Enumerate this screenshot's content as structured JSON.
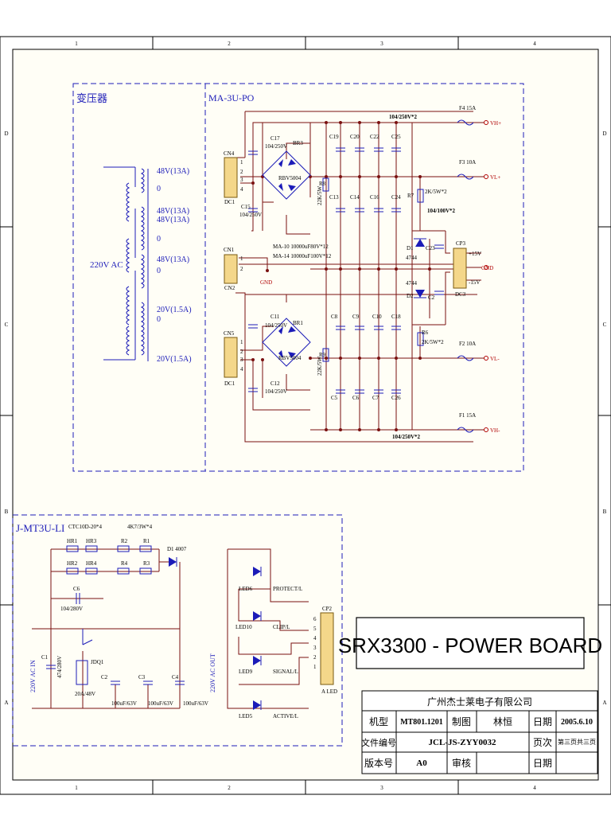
{
  "border": {
    "columns": [
      "1",
      "2",
      "3",
      "4"
    ],
    "rows": [
      "D",
      "C",
      "B",
      "A"
    ]
  },
  "sections": {
    "transformer": "变压器",
    "main_board": "MA-3U-PO",
    "led_board": "J-MT3U-LI"
  },
  "transformer": {
    "primary": "220V AC",
    "taps": [
      "48V(13A)",
      "0",
      "48V(13A)",
      "48V(13A)",
      "0",
      "48V(13A)",
      "0",
      "20V(1.5A)",
      "0",
      "20V(1.5A)"
    ]
  },
  "main": {
    "cn4": "CN4",
    "cn1": "CN1",
    "cn5": "CN5",
    "cn_type_top": "DC1",
    "cn_type_mid": "CN2",
    "cn_type_bot": "DC1",
    "br3": "BR3",
    "br1": "BR1",
    "bridge_type": "RBV5004",
    "c17": "C17",
    "c15": "C15",
    "c11": "C11",
    "c12": "C12",
    "cap_small": "104/250V",
    "cap_note": "104/250V*2",
    "r8": "R8",
    "r9": "R9",
    "r_bleed": "22K/5W",
    "ma_note_1": "MA-10 10000uF80V*12",
    "ma_note_2": "MA-14 10000uF100V*12",
    "gnd_text": "GND",
    "pins": [
      "1",
      "2",
      "3",
      "4",
      "1",
      "2",
      "1",
      "2",
      "3",
      "4"
    ],
    "filter_caps_top": [
      "C19",
      "C20",
      "C22",
      "C25",
      "C13",
      "C14",
      "C16",
      "C24"
    ],
    "filter_caps_bot": [
      "C8",
      "C9",
      "C10",
      "C18",
      "C5",
      "C6",
      "C7",
      "C26"
    ],
    "r7": "R7",
    "r6": "R6",
    "r_reg": "2K/5W*2",
    "reg_cap": "104/100V*2",
    "d1": "D1",
    "d2": "D2",
    "zener": "4744",
    "c23": "C23",
    "c2": "C2",
    "cp3": "CP3",
    "cp3_type": "DC3",
    "plus15": "+15V",
    "minus15": "-15V",
    "gnd_out": "GND",
    "f4": "F4 15A",
    "f3": "F3 10A",
    "f2": "F2 10A",
    "f1": "F1 15A",
    "vh_plus": "VH+",
    "vl_plus": "VL+",
    "vl_minus": "VL-",
    "vh_minus": "VH-"
  },
  "led_board": {
    "ctc_note": "CTC10D-20*4",
    "r_note": "4K7/3W*4",
    "hr1": "HR1",
    "hr3": "HR3",
    "hr2": "HR2",
    "hr4": "HR4",
    "r1": "R1",
    "r2": "R2",
    "r3": "R3",
    "r4": "R4",
    "d1": "D1 4007",
    "c6": "C6",
    "c6_val": "104/280V",
    "c1": "C1",
    "c1_val": "474/280V",
    "jdq": "JDQ1",
    "jdq_val": "20A/48V",
    "c2": "C2",
    "c3": "C3",
    "c4": "C4",
    "c_val": "100uF/63V",
    "ac_in": "220V AC IN",
    "ac_out": "220V AC OUT",
    "leds": [
      "LED6",
      "LED10",
      "LED9",
      "LED5"
    ],
    "led_labels": [
      "PROTECT/L",
      "CLIP/L",
      "SIGNAL/L",
      "ACTIVE/L"
    ],
    "cp2": "CP2",
    "cp2_type": "A LED",
    "cp2_pins": [
      "6",
      "5",
      "4",
      "3",
      "2",
      "1"
    ]
  },
  "title": "SRX3300 - POWER BOARD",
  "title_block": {
    "company": "广州杰士莱电子有限公司",
    "model_label": "机型",
    "model_value": "MT801.1201",
    "drawn_label": "制图",
    "drawn_value": "林恒",
    "date_label": "日期",
    "date_value": "2005.6.10",
    "file_label": "文件编号",
    "file_value": "JCL-JS-ZYY0032",
    "page_label": "页次",
    "page_value": "第三页共三页",
    "rev_label": "版本号",
    "rev_value": "A0",
    "review_label": "审核",
    "review_value": "",
    "date2_label": "日期",
    "date2_value": ""
  }
}
